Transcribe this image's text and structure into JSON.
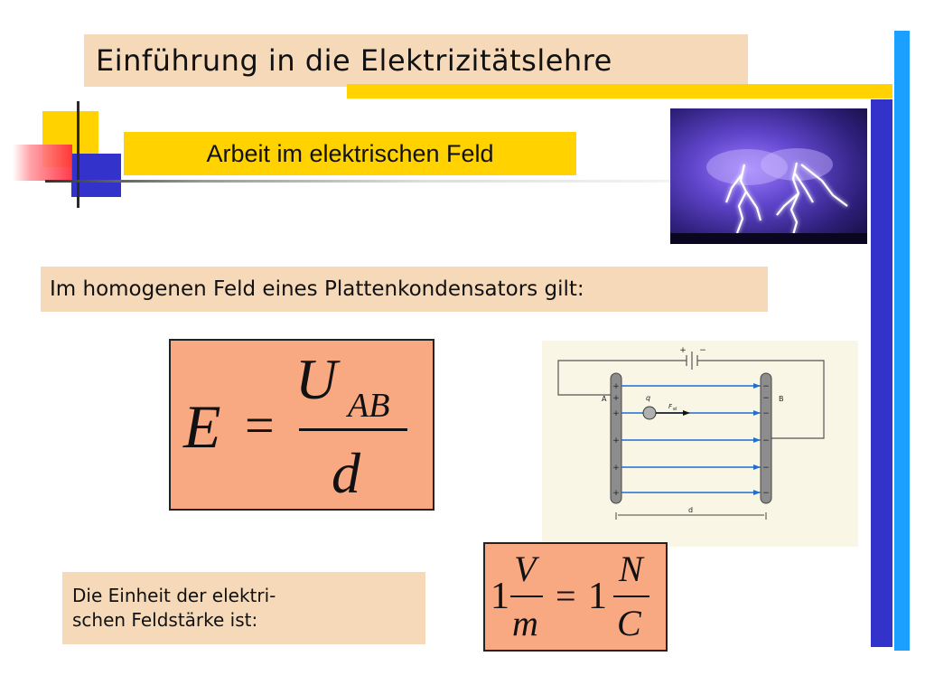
{
  "slide": {
    "title": "Einführung in die Elektrizitätslehre",
    "subtitle": "Arbeit im elektrischen Feld",
    "statement": "Im homogenen Feld eines Plattenkondensators gilt:",
    "unit_note_lines": [
      "Die Einheit der elektri-",
      "schen Feldstärke ist:"
    ]
  },
  "formula_field": {
    "lhs": "E",
    "equals": "=",
    "numerator": "U",
    "numerator_subscript": "AB",
    "denominator": "d"
  },
  "formula_unit": {
    "left_coefficient": "1",
    "left_numerator": "V",
    "left_denominator": "m",
    "equals": "=",
    "right_coefficient": "1",
    "right_numerator": "N",
    "right_denominator": "C"
  },
  "capacitor_diagram": {
    "plate_left_label": "A",
    "plate_right_label": "B",
    "charge_label": "q",
    "force_label": "F",
    "force_subscript": "el",
    "distance_label": "d",
    "battery_plus": "+",
    "battery_minus": "−",
    "left_plate_signs": [
      "+",
      "+",
      "+",
      "+",
      "+",
      "+"
    ],
    "right_plate_signs": [
      "−",
      "−",
      "−",
      "−",
      "−",
      "−"
    ]
  },
  "colors": {
    "title_bg": "#f5d9b8",
    "accent_yellow": "#ffd200",
    "formula_bg": "#f9a982",
    "bar_dark_blue": "#3333cc",
    "bar_light_blue": "#1ba0ff",
    "field_line_blue": "#1e6fd0"
  }
}
